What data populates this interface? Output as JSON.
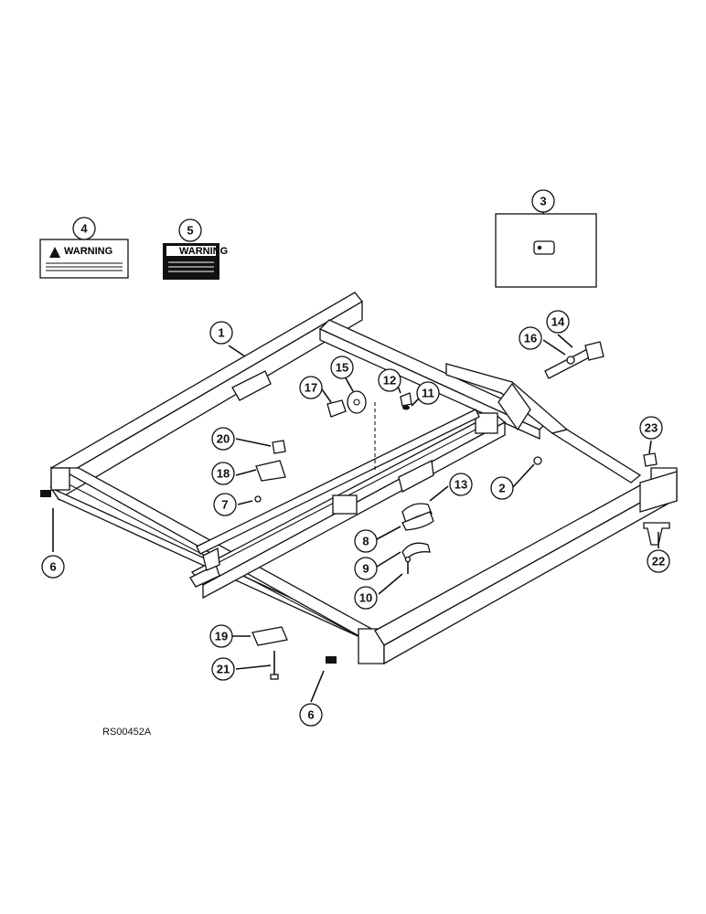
{
  "diagram": {
    "reference_code": "RS00452A",
    "decals": {
      "decal_4_heading": "WARNING",
      "decal_5_heading": "WARNING"
    },
    "callouts": [
      {
        "id": "c1",
        "label": "1"
      },
      {
        "id": "c2",
        "label": "2"
      },
      {
        "id": "c3",
        "label": "3"
      },
      {
        "id": "c4",
        "label": "4"
      },
      {
        "id": "c5",
        "label": "5"
      },
      {
        "id": "c6a",
        "label": "6"
      },
      {
        "id": "c6b",
        "label": "6"
      },
      {
        "id": "c7",
        "label": "7"
      },
      {
        "id": "c8",
        "label": "8"
      },
      {
        "id": "c9",
        "label": "9"
      },
      {
        "id": "c10",
        "label": "10"
      },
      {
        "id": "c11",
        "label": "11"
      },
      {
        "id": "c12",
        "label": "12"
      },
      {
        "id": "c13",
        "label": "13"
      },
      {
        "id": "c14",
        "label": "14"
      },
      {
        "id": "c15",
        "label": "15"
      },
      {
        "id": "c16",
        "label": "16"
      },
      {
        "id": "c17",
        "label": "17"
      },
      {
        "id": "c18",
        "label": "18"
      },
      {
        "id": "c19",
        "label": "19"
      },
      {
        "id": "c20",
        "label": "20"
      },
      {
        "id": "c21",
        "label": "21"
      },
      {
        "id": "c22",
        "label": "22"
      },
      {
        "id": "c23",
        "label": "23"
      }
    ]
  }
}
